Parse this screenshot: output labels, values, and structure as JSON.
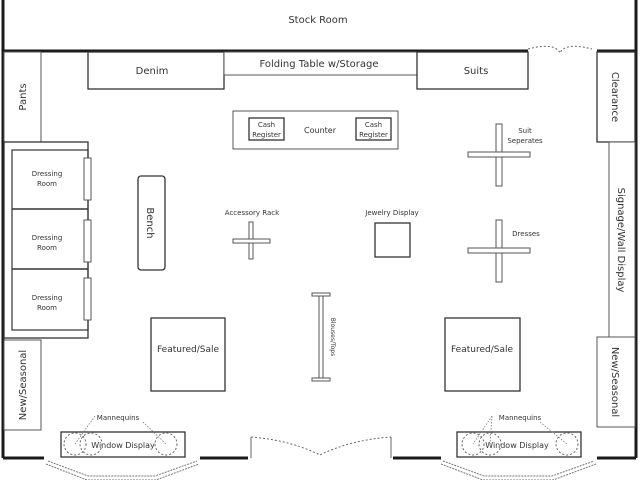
{
  "diagram": {
    "title": "Store Floor Plan",
    "stock_room": "Stock Room",
    "fixtures": {
      "denim": "Denim",
      "folding_table": "Folding Table w/Storage",
      "suits": "Suits",
      "pants": "Pants",
      "clearance": "Clearance",
      "counter": "Counter",
      "cash_register_left": [
        "Cash",
        "Register"
      ],
      "cash_register_right": [
        "Cash",
        "Register"
      ],
      "suit_seperates": [
        "Suit",
        "Seperates"
      ],
      "dresses": "Dresses",
      "signage_wall_display": "Signage/Wall Display",
      "dressing_rooms": [
        [
          "Dressing",
          "Room"
        ],
        [
          "Dressing",
          "Room"
        ],
        [
          "Dressing",
          "Room"
        ]
      ],
      "bench": "Bench",
      "accessory_rack": "Accessory Rack",
      "jewelry_display": "Jewelry Display",
      "blouses_tops": "Blouses/Tops",
      "featured_sale_left": "Featured/Sale",
      "featured_sale_right": "Featured/Sale",
      "new_seasonal_left": "New/Seasonal",
      "new_seasonal_right": "New/Seasonal",
      "mannequins_left": "Mannequins",
      "mannequins_right": "Mannequins",
      "window_display_left": "Window Display",
      "window_display_right": "Window Display"
    }
  }
}
